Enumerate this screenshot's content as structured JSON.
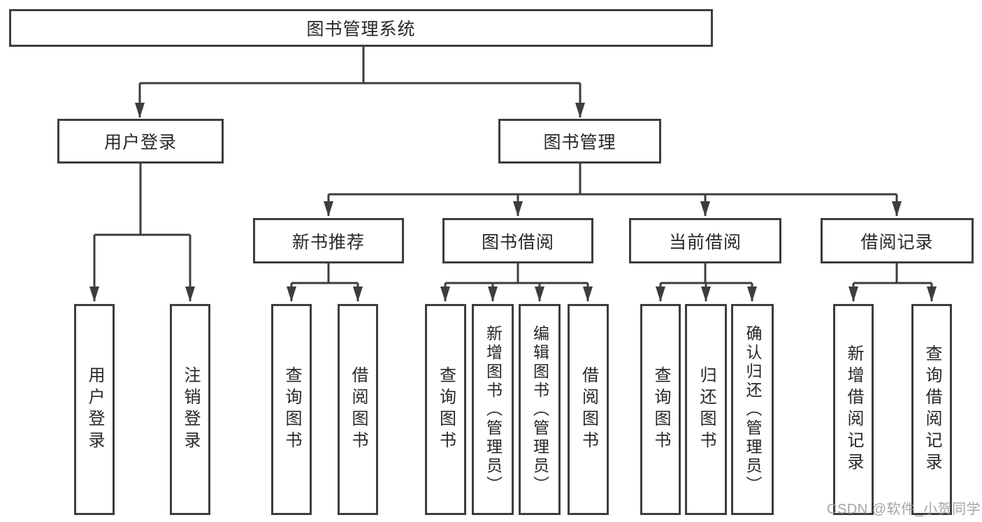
{
  "diagram": {
    "root": {
      "label": "图书管理系统"
    },
    "level2": [
      {
        "id": "user-login",
        "label": "用户登录"
      },
      {
        "id": "book-management",
        "label": "图书管理"
      }
    ],
    "level3": [
      {
        "id": "new-book-recommend",
        "label": "新书推荐",
        "parent": "book-management"
      },
      {
        "id": "book-borrow",
        "label": "图书借阅",
        "parent": "book-management"
      },
      {
        "id": "current-borrow",
        "label": "当前借阅",
        "parent": "book-management"
      },
      {
        "id": "borrow-record",
        "label": "借阅记录",
        "parent": "book-management"
      }
    ],
    "leaves": [
      {
        "label": "用户登录",
        "parent": "user-login"
      },
      {
        "label": "注销登录",
        "parent": "user-login"
      },
      {
        "label": "查询图书",
        "parent": "new-book-recommend"
      },
      {
        "label": "借阅图书",
        "parent": "new-book-recommend"
      },
      {
        "label": "查询图书",
        "parent": "book-borrow"
      },
      {
        "label": "新增图书（管理员）",
        "parent": "book-borrow"
      },
      {
        "label": "编辑图书（管理员）",
        "parent": "book-borrow"
      },
      {
        "label": "借阅图书",
        "parent": "book-borrow"
      },
      {
        "label": "查询图书",
        "parent": "current-borrow"
      },
      {
        "label": "归还图书",
        "parent": "current-borrow"
      },
      {
        "label": "确认归还（管理员）",
        "parent": "current-borrow"
      },
      {
        "label": "新增借阅记录",
        "parent": "borrow-record"
      },
      {
        "label": "查询借阅记录",
        "parent": "borrow-record"
      }
    ]
  },
  "watermark": {
    "text": "CSDN @软件_小贺同学"
  },
  "colors": {
    "line": "#3d3d3d",
    "text": "#272727",
    "watermark": "#949494",
    "background": "#ffffff"
  }
}
